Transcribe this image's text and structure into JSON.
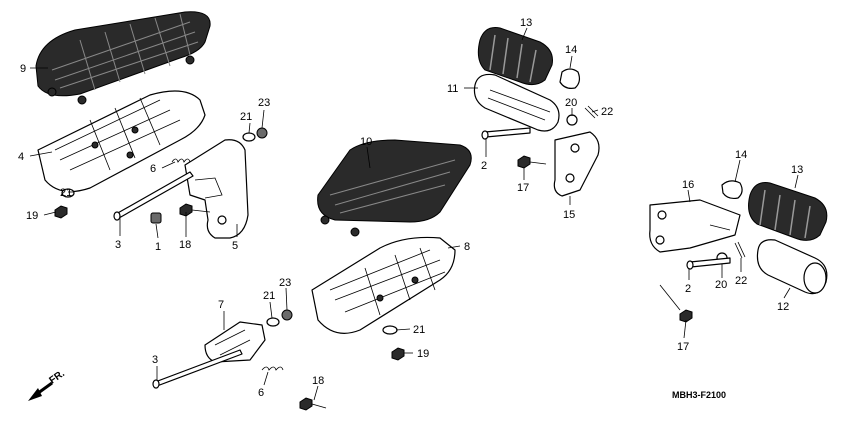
{
  "diagram_code": "MBH3-F2100",
  "direction_label": "FR.",
  "callouts": [
    "1",
    "2",
    "2",
    "3",
    "3",
    "4",
    "5",
    "6",
    "6",
    "7",
    "8",
    "9",
    "10",
    "11",
    "12",
    "13",
    "13",
    "14",
    "14",
    "15",
    "16",
    "17",
    "17",
    "18",
    "18",
    "19",
    "19",
    "20",
    "20",
    "21",
    "21",
    "21",
    "21",
    "22",
    "22",
    "23",
    "23"
  ]
}
